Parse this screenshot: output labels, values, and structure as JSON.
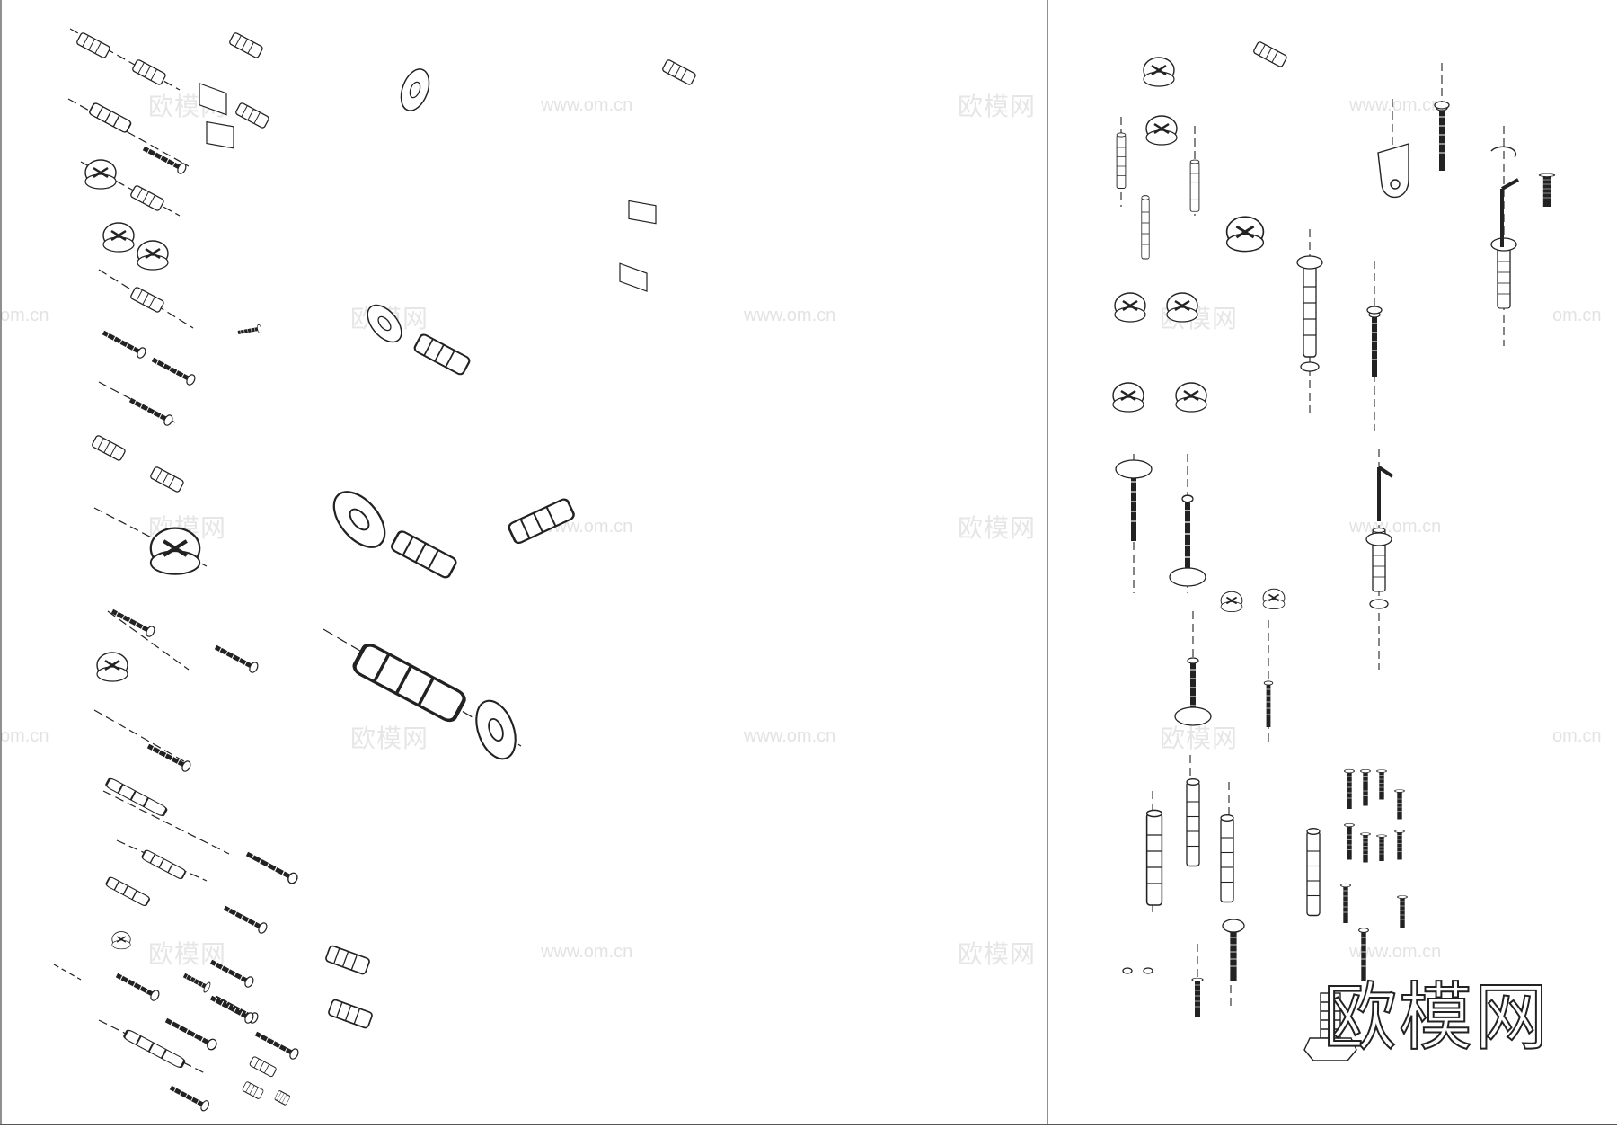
{
  "watermark": {
    "cn": "欧模网",
    "url": "www.om.cn",
    "url_cropped": "om.cn"
  },
  "logo": {
    "text": "欧模网"
  },
  "colors": {
    "line": "#222222",
    "watermark": "#e6e6e6",
    "background": "#ffffff"
  }
}
